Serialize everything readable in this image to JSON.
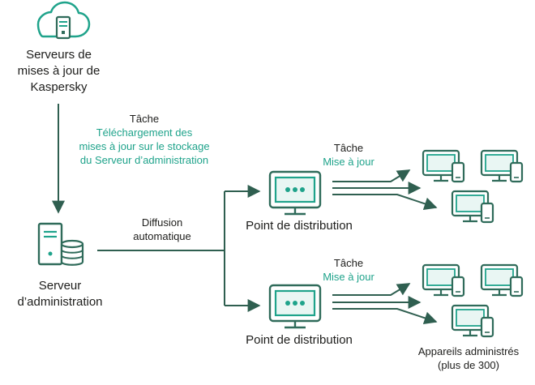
{
  "colors": {
    "teal": "#1fa38b",
    "teal_dark": "#2f6b5a",
    "text": "#1d1d1b",
    "arrow": "#2f5f50",
    "screen_fill": "#e9f6f3"
  },
  "icons": {
    "cloud": "cloud-server-icon",
    "admin_server": "server-database-icon",
    "distribution_point": "monitor-dots-icon",
    "device": "desktop-phone-icon"
  },
  "update_servers": {
    "label_lines": [
      "Serveurs de",
      "mises à jour de",
      "Kaspersky"
    ]
  },
  "download_task": {
    "title": "Tâche",
    "name_lines": [
      "Téléchargement des",
      "mises à jour sur le stockage",
      "du Serveur d’administration"
    ]
  },
  "admin_server": {
    "label_lines": [
      "Serveur",
      "d’administration"
    ]
  },
  "auto_distribution": {
    "label_lines": [
      "Diffusion",
      "automatique"
    ]
  },
  "distribution_points": [
    {
      "label": "Point de distribution",
      "task_title": "Tâche",
      "task_name": "Mise à jour"
    },
    {
      "label": "Point de distribution",
      "task_title": "Tâche",
      "task_name": "Mise à jour"
    }
  ],
  "managed_devices": {
    "label_lines": [
      "Appareils administrés",
      "(plus de 300)"
    ]
  }
}
